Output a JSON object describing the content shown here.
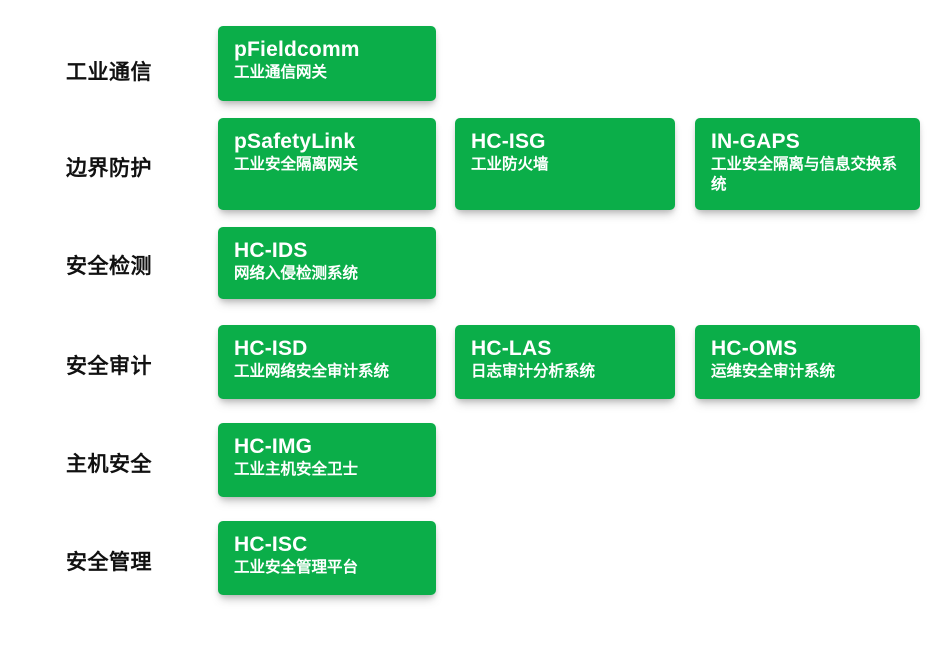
{
  "diagram": {
    "type": "product-matrix",
    "background_color": "#ffffff",
    "card_color": "#0BAE49",
    "label_color": "#111111",
    "card_text_color": "#ffffff",
    "rows": [
      {
        "label": "工业通信",
        "cards": [
          {
            "title": "pFieldcomm",
            "subtitle": "工业通信网关"
          }
        ]
      },
      {
        "label": "边界防护",
        "cards": [
          {
            "title": "pSafetyLink",
            "subtitle": "工业安全隔离网关"
          },
          {
            "title": "HC-ISG",
            "subtitle": "工业防火墙"
          },
          {
            "title": "IN-GAPS",
            "subtitle": "工业安全隔离与信息交换系统"
          }
        ]
      },
      {
        "label": "安全检测",
        "cards": [
          {
            "title": "HC-IDS",
            "subtitle": "网络入侵检测系统"
          }
        ]
      },
      {
        "label": "安全审计",
        "cards": [
          {
            "title": "HC-ISD",
            "subtitle": "工业网络安全审计系统"
          },
          {
            "title": "HC-LAS",
            "subtitle": "日志审计分析系统"
          },
          {
            "title": "HC-OMS",
            "subtitle": "运维安全审计系统"
          }
        ]
      },
      {
        "label": "主机安全",
        "cards": [
          {
            "title": "HC-IMG",
            "subtitle": "工业主机安全卫士"
          }
        ]
      },
      {
        "label": "安全管理",
        "cards": [
          {
            "title": "HC-ISC",
            "subtitle": "工业安全管理平台"
          }
        ]
      }
    ]
  }
}
